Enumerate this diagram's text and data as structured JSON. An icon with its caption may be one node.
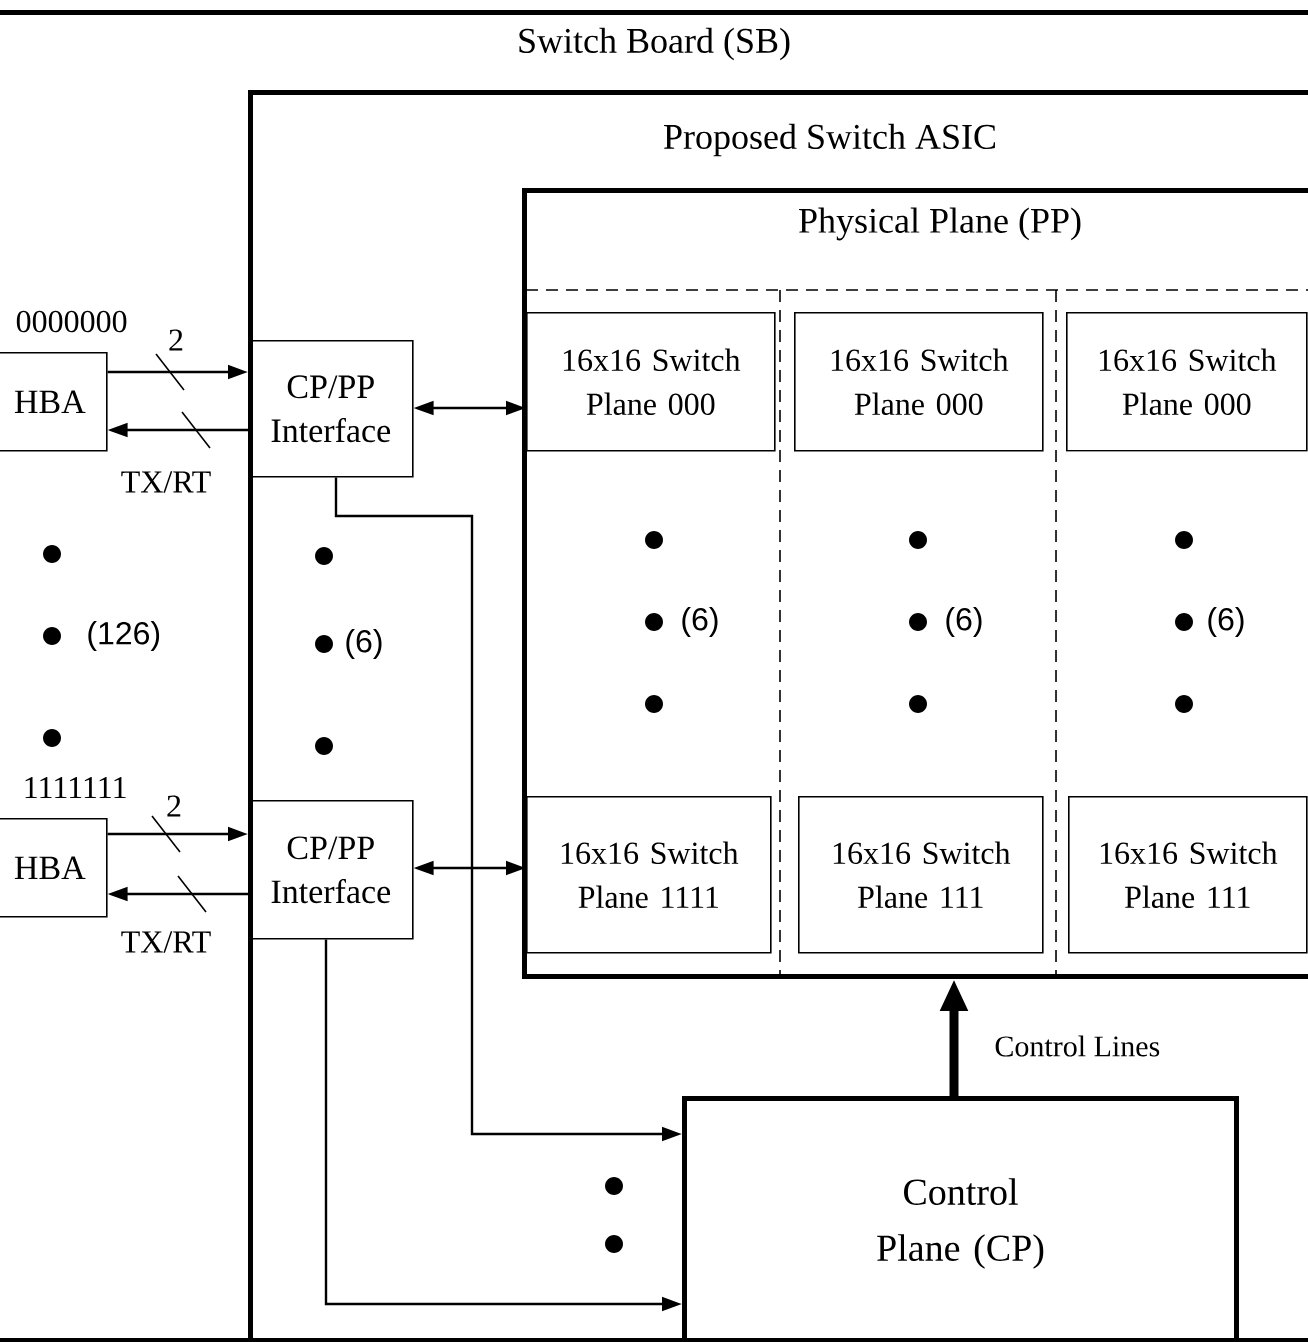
{
  "diagram": {
    "nodes": [
      {
        "text": [
          "Switch Board (SB)"
        ]
      },
      {
        "text": [
          "Proposed Switch ASIC"
        ],
        "in": 0
      },
      {
        "text": [
          "Physical Plane (PP)"
        ],
        "in": 1
      },
      {
        "text": [
          "16x16 Switch Plane 000"
        ],
        "in": 2
      },
      {
        "text": [
          "16x16 Switch Plane 000"
        ],
        "in": 2
      },
      {
        "text": [
          "16x16 Switch Plane 000"
        ],
        "in": 2
      },
      {
        "text": [
          "16x16 Switch Plane 1111"
        ],
        "in": 2
      },
      {
        "text": [
          "16x16 Switch Plane 111"
        ],
        "in": 2
      },
      {
        "text": [
          "16x16 Switch Plane 111"
        ],
        "in": 2
      },
      {
        "text": [
          "CP/PP Interface"
        ],
        "in": 1
      },
      {
        "text": [
          "CP/PP Interface"
        ],
        "in": 1
      },
      {
        "text": [
          "HBA"
        ],
        "in": 0,
        "beside": [
          "0000000"
        ]
      },
      {
        "text": [
          "HBA"
        ],
        "in": 0,
        "beside": [
          "1111111"
        ]
      },
      {
        "text": [
          "Control Plane (CP)"
        ],
        "in": 1
      }
    ],
    "edges": [
      {
        "from": 11,
        "to": 9,
        "arrow": "to",
        "label": "2"
      },
      {
        "from": 9,
        "to": 11,
        "arrow": "to",
        "label": "TX/RT"
      },
      {
        "from": 12,
        "to": 10,
        "arrow": "to",
        "label": "2"
      },
      {
        "from": 10,
        "to": 12,
        "arrow": "to",
        "label": "TX/RT"
      },
      {
        "from": 9,
        "to": 3,
        "arrow": "both"
      },
      {
        "from": 10,
        "to": 6,
        "arrow": "both"
      },
      {
        "from": 9,
        "to": 13,
        "arrow": "to"
      },
      {
        "from": 10,
        "to": 13,
        "arrow": "to"
      },
      {
        "from": 13,
        "to": 2,
        "arrow": "to",
        "style": "thick",
        "label": "Control Lines"
      }
    ],
    "labels": [
      "(126)",
      "(6)",
      "(6)",
      "(6)",
      "(6)"
    ]
  }
}
